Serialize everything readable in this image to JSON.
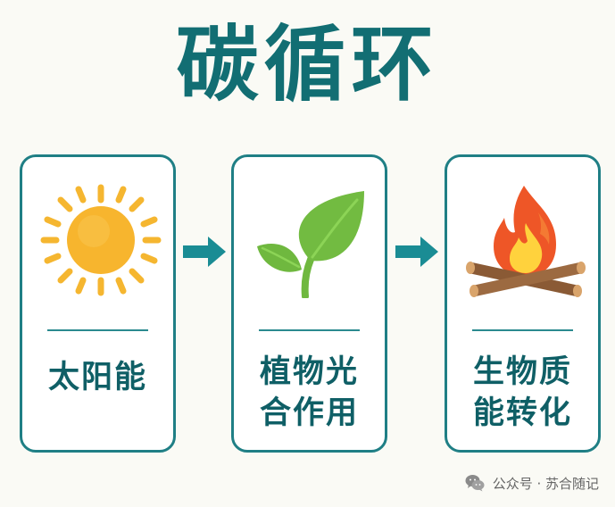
{
  "title": "碳循环",
  "cards": [
    {
      "icon": "sun-icon",
      "label_line1": "太阳能",
      "label_line2": ""
    },
    {
      "icon": "sprout-leaf-icon",
      "label_line1": "植物光",
      "label_line2": "合作用"
    },
    {
      "icon": "campfire-icon",
      "label_line1": "生物质",
      "label_line2": "能转化"
    }
  ],
  "footer": {
    "icon": "wechat-icon",
    "text": "公众号 · 苏合随记"
  },
  "colors": {
    "accent": "#126e73",
    "card_border": "#1f7f85",
    "sun": "#f5b630",
    "leaf": "#6fb83f",
    "fire_outer": "#ef5a28",
    "fire_inner": "#ffd23d",
    "wood": "#8a5a35"
  }
}
